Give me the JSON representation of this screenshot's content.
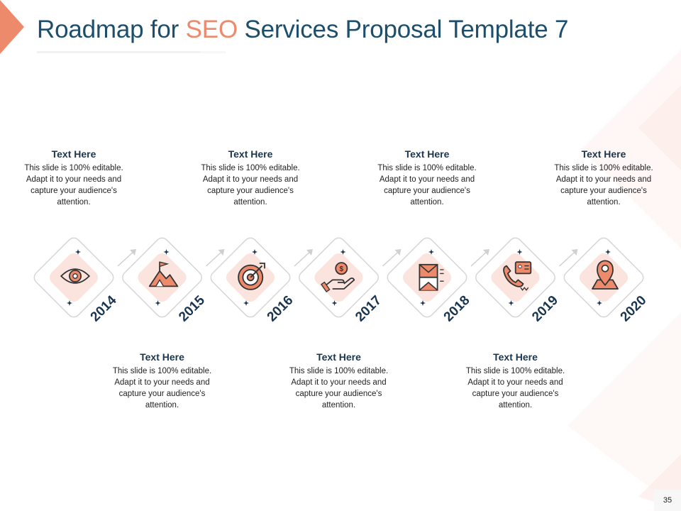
{
  "title": {
    "part1": "Roadmap for ",
    "accent": "SEO",
    "part2": " Services Proposal Template 7"
  },
  "colors": {
    "accent": "#ee8a6c",
    "navy": "#1a3550",
    "pale": "#fbe4dd"
  },
  "milestones": [
    {
      "year": "2014",
      "icon": "eye-icon",
      "position": "top",
      "heading": "Text Here",
      "body": "This slide is 100% editable. Adapt it to your needs and capture your audience's attention."
    },
    {
      "year": "2015",
      "icon": "mountain-flag-icon",
      "position": "bottom",
      "heading": "Text Here",
      "body": "This slide is 100% editable. Adapt it to your needs and capture your audience's attention."
    },
    {
      "year": "2016",
      "icon": "target-icon",
      "position": "top",
      "heading": "Text Here",
      "body": "This slide is 100% editable. Adapt it to your needs and capture your audience's attention."
    },
    {
      "year": "2017",
      "icon": "hand-dollar-icon",
      "position": "bottom",
      "heading": "Text Here",
      "body": "This slide is 100% editable. Adapt it to your needs and capture your audience's attention."
    },
    {
      "year": "2018",
      "icon": "envelopes-icon",
      "position": "top",
      "heading": "Text Here",
      "body": "This slide is 100% editable. Adapt it to your needs and capture your audience's attention."
    },
    {
      "year": "2019",
      "icon": "phone-chat-icon",
      "position": "bottom",
      "heading": "Text Here",
      "body": "This slide is 100% editable. Adapt it to your needs and capture your audience's attention."
    },
    {
      "year": "2020",
      "icon": "map-pin-icon",
      "position": "top",
      "heading": "Text Here",
      "body": "This slide is 100% editable. Adapt it to your needs and capture your audience's attention."
    }
  ],
  "page_number": "35"
}
